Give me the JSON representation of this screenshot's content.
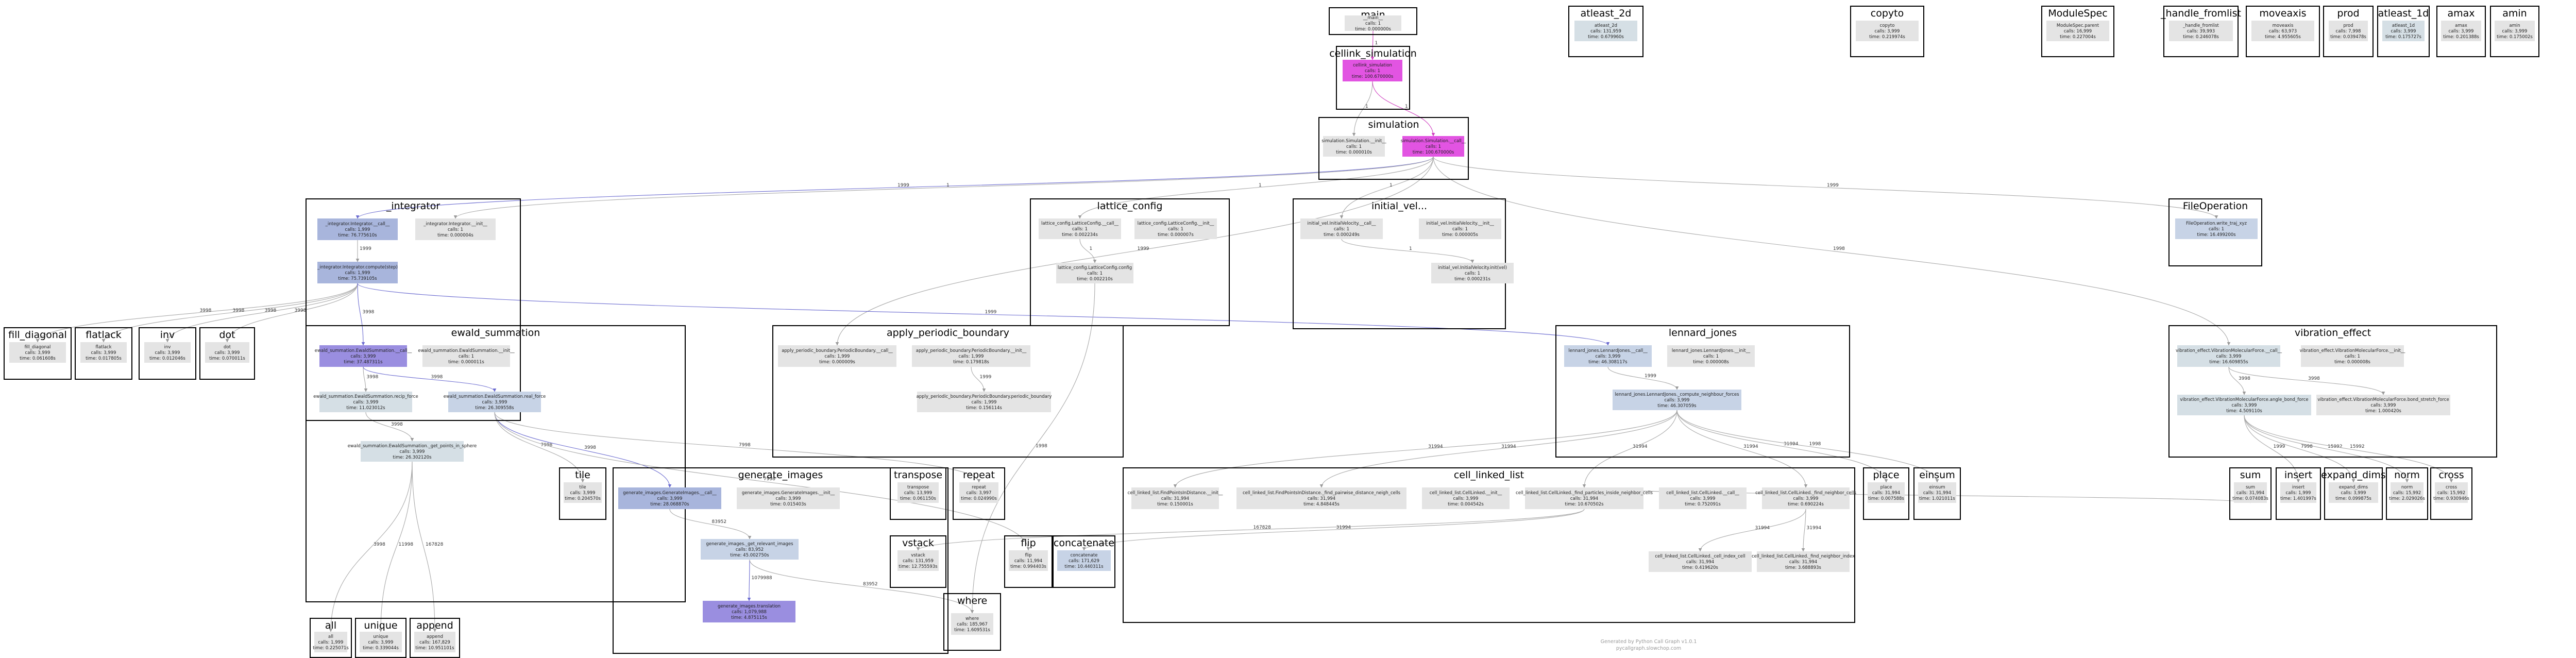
{
  "colors": {
    "node_default": "#e4e4e4",
    "node_blue": "#a8b5dc",
    "node_lightblue": "#c7d3e6",
    "node_grayblue": "#d5dfe5",
    "node_magenta": "#e254e2",
    "node_purple": "#9a8ee0",
    "edge_gray": "#a9a9a9",
    "edge_blue": "#6b6bd0",
    "edge_pink": "#d040c0"
  },
  "clusters": [
    {
      "key": "main",
      "title": "__main__"
    },
    {
      "key": "cellink_simulation",
      "title": "cellink_simulation"
    },
    {
      "key": "simulation",
      "title": "simulation"
    },
    {
      "key": "integrator",
      "title": "_integrator"
    },
    {
      "key": "lattice_config",
      "title": "lattice_config"
    },
    {
      "key": "initial_vel",
      "title": "initial_vel..."
    },
    {
      "key": "fileoperation",
      "title": "FileOperation"
    },
    {
      "key": "ewald",
      "title": "ewald_summation"
    },
    {
      "key": "apply_pb",
      "title": "apply_periodic_boundary"
    },
    {
      "key": "lennard",
      "title": "lennard_jones"
    },
    {
      "key": "vibration",
      "title": "vibration_effect"
    },
    {
      "key": "fill_diagonal",
      "title": "fill_diagonal"
    },
    {
      "key": "flatlack",
      "title": "flatlack"
    },
    {
      "key": "inv",
      "title": "inv"
    },
    {
      "key": "dot",
      "title": "dot"
    },
    {
      "key": "tile",
      "title": "tile"
    },
    {
      "key": "all",
      "title": "all"
    },
    {
      "key": "unique",
      "title": "unique"
    },
    {
      "key": "append",
      "title": "append"
    },
    {
      "key": "generate_images",
      "title": "generate_images"
    },
    {
      "key": "transpose",
      "title": "transpose"
    },
    {
      "key": "repeat",
      "title": "repeat"
    },
    {
      "key": "vstack",
      "title": "vstack"
    },
    {
      "key": "flip",
      "title": "flip"
    },
    {
      "key": "concatenate",
      "title": "concatenate"
    },
    {
      "key": "where",
      "title": "where"
    },
    {
      "key": "cell_linked_list",
      "title": "cell_linked_list"
    },
    {
      "key": "place",
      "title": "place"
    },
    {
      "key": "einsum",
      "title": "einsum"
    },
    {
      "key": "sum",
      "title": "sum"
    },
    {
      "key": "insert",
      "title": "insert"
    },
    {
      "key": "expand_dims",
      "title": "expand_dims"
    },
    {
      "key": "norm",
      "title": "norm"
    },
    {
      "key": "cross",
      "title": "cross"
    },
    {
      "key": "atleast_2d",
      "title": "atleast_2d"
    },
    {
      "key": "copyto",
      "title": "copyto"
    },
    {
      "key": "modulespec",
      "title": "ModuleSpec"
    },
    {
      "key": "handle_fromlist",
      "title": "_handle_fromlist"
    },
    {
      "key": "moveaxis",
      "title": "moveaxis"
    },
    {
      "key": "prod",
      "title": "prod"
    },
    {
      "key": "atleast_1d",
      "title": "atleast_1d"
    },
    {
      "key": "amax",
      "title": "amax"
    },
    {
      "key": "amin",
      "title": "amin"
    }
  ],
  "nodes": [
    {
      "key": "main_node",
      "lines": [
        "__main__",
        "calls: 1",
        "time: 0.000000s"
      ]
    },
    {
      "key": "cellink_node",
      "lines": [
        "cellink_simulation",
        "calls: 1",
        "time: 100.670000s"
      ]
    },
    {
      "key": "sim_init",
      "lines": [
        "simulation.Simulation.__init__",
        "calls: 1",
        "time: 0.000010s"
      ]
    },
    {
      "key": "sim_call",
      "lines": [
        "simulation.Simulation.__call__",
        "calls: 1",
        "time: 100.670000s"
      ]
    },
    {
      "key": "int_call",
      "lines": [
        "_integrator.Integrator.__call__",
        "calls: 1,999",
        "time: 76.775610s"
      ]
    },
    {
      "key": "int_init",
      "lines": [
        "_integrator.Integrator.__init__",
        "calls: 1",
        "time: 0.000004s"
      ]
    },
    {
      "key": "int_step",
      "lines": [
        "_integrator.Integrator.compute(step)",
        "calls: 1,999",
        "time: 75.739105s"
      ]
    },
    {
      "key": "lc_call",
      "lines": [
        "lattice_config.LatticeConfig.__call__",
        "calls: 1",
        "time: 0.002234s"
      ]
    },
    {
      "key": "lc_init",
      "lines": [
        "lattice_config.LatticeConfig.__init__",
        "calls: 1",
        "time: 0.000007s"
      ]
    },
    {
      "key": "lc_config",
      "lines": [
        "lattice_config.LatticeConfig.config",
        "calls: 1",
        "time: 0.002210s"
      ]
    },
    {
      "key": "iv_call",
      "lines": [
        "initial_vel.InitialVelocity.__call__",
        "calls: 1",
        "time: 0.000249s"
      ]
    },
    {
      "key": "iv_init",
      "lines": [
        "initial_vel.InitialVelocity.__init__",
        "calls: 1",
        "time: 0.000005s"
      ]
    },
    {
      "key": "iv_init2",
      "lines": [
        "initial_vel.InitialVelocity.init(vel)",
        "calls: 1",
        "time: 0.000231s"
      ]
    },
    {
      "key": "fo_write",
      "lines": [
        "FileOperation.write_traj_xyz",
        "calls: 1",
        "time: 16.499200s"
      ]
    },
    {
      "key": "ew_call",
      "lines": [
        "ewald_summation.EwaldSummation.__call__",
        "calls: 3,999",
        "time: 37.487311s"
      ]
    },
    {
      "key": "ew_init",
      "lines": [
        "ewald_summation.EwaldSummation.__init__",
        "calls: 1",
        "time: 0.000011s"
      ]
    },
    {
      "key": "ew_recip",
      "lines": [
        "ewald_summation.EwaldSummation.recip_force",
        "calls: 3,999",
        "time: 11.023012s"
      ]
    },
    {
      "key": "ew_real",
      "lines": [
        "ewald_summation.EwaldSummation.real_force",
        "calls: 3,999",
        "time: 26.309558s"
      ]
    },
    {
      "key": "ew_pairs",
      "lines": [
        "ewald_summation.EwaldSummation._get_points_in_sphere",
        "calls: 3,999",
        "time: 26.302120s"
      ]
    },
    {
      "key": "apb_call",
      "lines": [
        "apply_periodic_boundary.PeriodicBoundary.__call__",
        "calls: 1,999",
        "time: 0.000009s"
      ]
    },
    {
      "key": "apb_init",
      "lines": [
        "apply_periodic_boundary.PeriodicBoundary.__init__",
        "calls: 1,999",
        "time: 0.179818s"
      ]
    },
    {
      "key": "apb_pb",
      "lines": [
        "apply_periodic_boundary.PeriodicBoundary.periodic_boundary",
        "calls: 1,999",
        "time: 0.156114s"
      ]
    },
    {
      "key": "lj_call",
      "lines": [
        "lennard_jones.LennardJones.__call__",
        "calls: 3,999",
        "time: 46.308117s"
      ]
    },
    {
      "key": "lj_init",
      "lines": [
        "lennard_jones.LennardJones.__init__",
        "calls: 1",
        "time: 0.000008s"
      ]
    },
    {
      "key": "lj_force",
      "lines": [
        "lennard_jones.LennardJones._compute_neighbour_forces",
        "calls: 3,999",
        "time: 46.307059s"
      ]
    },
    {
      "key": "vb_call",
      "lines": [
        "vibration_effect.VibrationMolecularForce.__call__",
        "calls: 3,999",
        "time: 16.609855s"
      ]
    },
    {
      "key": "vb_init",
      "lines": [
        "vibration_effect.VibrationMolecularForce.__init__",
        "calls: 1",
        "time: 0.000008s"
      ]
    },
    {
      "key": "vb_bond",
      "lines": [
        "vibration_effect.VibrationMolecularForce.angle_bond_force",
        "calls: 3,999",
        "time: 4.509110s"
      ]
    },
    {
      "key": "vb_stretch",
      "lines": [
        "vibration_effect.VibrationMolecularForce.bond_stretch_force",
        "calls: 3,999",
        "time: 1.000420s"
      ]
    },
    {
      "key": "fd_node",
      "lines": [
        "fill_diagonal",
        "calls: 3,999",
        "time: 0.061608s"
      ]
    },
    {
      "key": "fl_node",
      "lines": [
        "flatlack",
        "calls: 3,999",
        "time: 0.017805s"
      ]
    },
    {
      "key": "inv_node",
      "lines": [
        "inv",
        "calls: 3,999",
        "time: 0.012046s"
      ]
    },
    {
      "key": "dot_node",
      "lines": [
        "dot",
        "calls: 3,999",
        "time: 0.070011s"
      ]
    },
    {
      "key": "tile_node",
      "lines": [
        "tile",
        "calls: 3,999",
        "time: 0.204570s"
      ]
    },
    {
      "key": "all_node",
      "lines": [
        "all",
        "calls: 1,999",
        "time: 0.225071s"
      ]
    },
    {
      "key": "uniq_node",
      "lines": [
        "unique",
        "calls: 3,999",
        "time: 0.339044s"
      ]
    },
    {
      "key": "app_node",
      "lines": [
        "append",
        "calls: 167,829",
        "time: 10.951101s"
      ]
    },
    {
      "key": "gi_gen",
      "lines": [
        "generate_images.GenerateImages.__call__",
        "calls: 3,999",
        "time: 28.068870s"
      ]
    },
    {
      "key": "gi_init",
      "lines": [
        "generate_images.GenerateImages.__init__",
        "calls: 3,999",
        "time: 0.015403s"
      ]
    },
    {
      "key": "gi_rel",
      "lines": [
        "generate_images._get_relevant_images",
        "calls: 83,952",
        "time: 45.002750s"
      ]
    },
    {
      "key": "gi_trans",
      "lines": [
        "generate_images.translation",
        "calls: 1,079,988",
        "time: 4.875115s"
      ]
    },
    {
      "key": "tr_node",
      "lines": [
        "transpose",
        "calls: 13,999",
        "time: 0.061150s"
      ]
    },
    {
      "key": "rp_node",
      "lines": [
        "repeat",
        "calls: 3,997",
        "time: 0.024990s"
      ]
    },
    {
      "key": "vs_node",
      "lines": [
        "vstack",
        "calls: 131,959",
        "time: 12.755593s"
      ]
    },
    {
      "key": "flip_node",
      "lines": [
        "flip",
        "calls: 11,994",
        "time: 0.994403s"
      ]
    },
    {
      "key": "cc_node",
      "lines": [
        "concatenate",
        "calls: 171,629",
        "time: 10.440311s"
      ]
    },
    {
      "key": "wh_node",
      "lines": [
        "where",
        "calls: 185,967",
        "time: 1.609531s"
      ]
    },
    {
      "key": "cl1",
      "lines": [
        "cell_linked_list.FindPointsInDistance.__init__",
        "calls: 31,994",
        "time: 0.150001s"
      ]
    },
    {
      "key": "cl2",
      "lines": [
        "cell_linked_list.FindPointsInDistance._find_pairwise_distance_neigh_cells",
        "calls: 31,994",
        "time: 4.848445s"
      ]
    },
    {
      "key": "cl3",
      "lines": [
        "cell_linked_list.CellLinked.__init__",
        "calls: 3,999",
        "time: 0.004542s"
      ]
    },
    {
      "key": "cl4",
      "lines": [
        "cell_linked_list.CellLinked._find_particles_inside_neighbor_cells",
        "calls: 31,994",
        "time: 10.670502s"
      ]
    },
    {
      "key": "cl5",
      "lines": [
        "cell_linked_list.CellLinked.__call__",
        "calls: 3,999",
        "time: 0.752091s"
      ]
    },
    {
      "key": "cl6",
      "lines": [
        "cell_linked_list.CellLinked._find_neighbor_cells",
        "calls: 3,999",
        "time: 0.690224s"
      ]
    },
    {
      "key": "cl7",
      "lines": [
        "cell_linked_list.CellLinked._cell_index_cell",
        "calls: 31,994",
        "time: 0.419620s"
      ]
    },
    {
      "key": "cl8",
      "lines": [
        "cell_linked_list.CellLinked._find_neighbor_index",
        "calls: 31,994",
        "time: 3.688893s"
      ]
    },
    {
      "key": "pl_node",
      "lines": [
        "place",
        "calls: 31,994",
        "time: 0.007588s"
      ]
    },
    {
      "key": "es_node",
      "lines": [
        "einsum",
        "calls: 31,994",
        "time: 1.021011s"
      ]
    },
    {
      "key": "sum_node",
      "lines": [
        "sum",
        "calls: 31,994",
        "time: 0.074083s"
      ]
    },
    {
      "key": "ins_node",
      "lines": [
        "insert",
        "calls: 1,999",
        "time: 1.401997s"
      ]
    },
    {
      "key": "ed_node",
      "lines": [
        "expand_dims",
        "calls: 3,999",
        "time: 0.099875s"
      ]
    },
    {
      "key": "nm_node",
      "lines": [
        "norm",
        "calls: 15,992",
        "time: 2.029026s"
      ]
    },
    {
      "key": "cr_node",
      "lines": [
        "cross",
        "calls: 15,992",
        "time: 0.930946s"
      ]
    },
    {
      "key": "a2_node",
      "lines": [
        "atleast_2d",
        "calls: 131,959",
        "time: 0.679960s"
      ]
    },
    {
      "key": "cp_node",
      "lines": [
        "copyto",
        "calls: 3,999",
        "time: 0.219974s"
      ]
    },
    {
      "key": "ms_node",
      "lines": [
        "ModuleSpec.parent",
        "calls: 16,999",
        "time: 0.227004s"
      ]
    },
    {
      "key": "hf_node",
      "lines": [
        "_handle_fromlist",
        "calls: 39,993",
        "time: 0.246078s"
      ]
    },
    {
      "key": "mv_node",
      "lines": [
        "moveaxis",
        "calls: 63,973",
        "time: 4.955605s"
      ]
    },
    {
      "key": "pr_node",
      "lines": [
        "prod",
        "calls: 7,998",
        "time: 0.039478s"
      ]
    },
    {
      "key": "a1_node",
      "lines": [
        "atleast_1d",
        "calls: 3,999",
        "time: 0.175727s"
      ]
    },
    {
      "key": "amax_node",
      "lines": [
        "amax",
        "calls: 3,999",
        "time: 0.201388s"
      ]
    },
    {
      "key": "amin_node",
      "lines": [
        "amin",
        "calls: 3,999",
        "time: 0.175002s"
      ]
    }
  ],
  "edge_labels": {
    "e_main": "1",
    "e_cell_init": "1",
    "e_cell_call": "1",
    "e_int_step": "1999",
    "e_s1": "1999",
    "e_s2": "1",
    "e_s3": "1",
    "e_s4": "1999",
    "e_s5": "1999",
    "e_s6": "1",
    "e_lc": "1",
    "e_iv": "1",
    "e_f1": "3998",
    "e_f2": "3998",
    "e_f3": "3998",
    "e_f4": "3998",
    "e_f5": "3998",
    "e_f6": "1999",
    "e_apb": "1999",
    "e_ew1": "3998",
    "e_ew2": "3998",
    "e_ew3": "3998",
    "e_tile": "7998",
    "e_g1": "3998",
    "e_g2": "3998",
    "e_g3": "11998",
    "e_gi": "83952",
    "e_gt": "1079988",
    "e_gv": "83952",
    "e_all": "1998",
    "e_uniq": "1998",
    "e_app": "167828",
    "e_lj1": "1999",
    "e_lj2": "31994",
    "e_lj3": "31994",
    "e_lj4": "31994",
    "e_lj5": "31994",
    "e_cl1": "31994",
    "e_cl2": "31994",
    "e_cl3": "167828",
    "e_cl4": "31994",
    "e_vb1": "3998",
    "e_vb2": "3998",
    "e_vb3": "15992",
    "e_vb4": "15992",
    "e_vb5": "1999",
    "e_vb6": "7998",
    "e_rp": "7998",
    "e_fl": "7998",
    "e_wh": "1998",
    "e_wh2": "31994",
    "e_cc": "31994"
  },
  "footer": {
    "line1": "Generated by Python Call Graph v1.0.1",
    "line2": "pycallgraph.slowchop.com"
  }
}
